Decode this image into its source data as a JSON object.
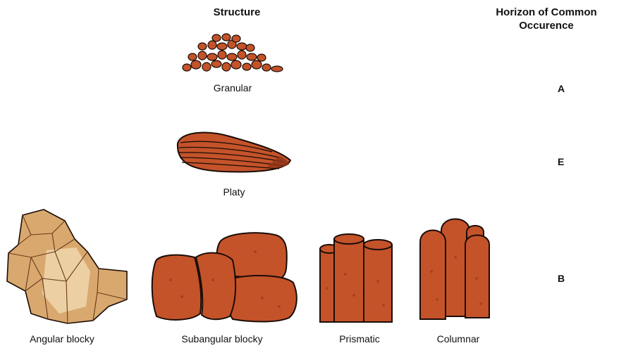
{
  "headers": {
    "structure": "Structure",
    "horizon": "Horizon of Common Occurence"
  },
  "structures": {
    "granular": {
      "label": "Granular",
      "horizon": "A"
    },
    "platy": {
      "label": "Platy",
      "horizon": "E"
    },
    "angular_blocky": {
      "label": "Angular blocky"
    },
    "subangular_blocky": {
      "label": "Subangular blocky"
    },
    "prismatic": {
      "label": "Prismatic"
    },
    "columnar": {
      "label": "Columnar"
    },
    "b_row": {
      "horizon": "B"
    }
  },
  "colors": {
    "soil": "#c4532a",
    "soil_dark": "#8e3418",
    "outline": "#1a0c06",
    "angular_fill": "#d9a86e"
  }
}
